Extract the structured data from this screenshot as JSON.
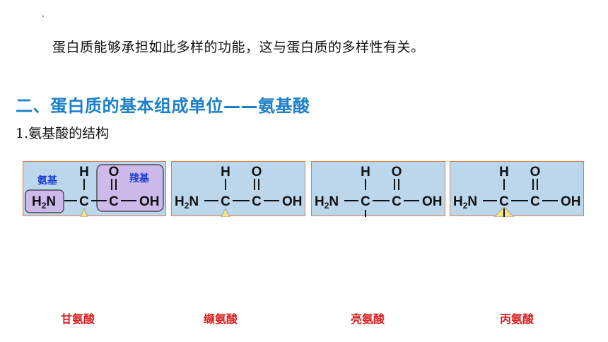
{
  "intro_text": "蛋白质能够承担如此多样的功能，这与蛋白质的多样性有关。",
  "section_title": "二、蛋白质的基本组成单位——氨基酸",
  "subsection_title": "1.氨基酸的结构",
  "formula": {
    "h": "H",
    "c": "C",
    "o": "O",
    "oh": "OH",
    "h2n_h": "H",
    "h2n_sub": "2",
    "h2n_n": "N"
  },
  "annotations": {
    "amino_group": "氨基",
    "carboxyl_group": "羧基"
  },
  "amino_acids": [
    {
      "name": "甘氨酸"
    },
    {
      "name": "缬氨酸"
    },
    {
      "name": "亮氨酸"
    },
    {
      "name": "丙氨酸"
    }
  ],
  "colors": {
    "title_blue": "#1c7fc7",
    "label_red": "#d81e1e",
    "panel_fill": "#bcd7ec",
    "panel_border": "#e07b4a",
    "group_highlight": "#cdb9ea",
    "annotation_blue": "#1a3fd1",
    "sidechain_marker": "#f2e38a"
  }
}
